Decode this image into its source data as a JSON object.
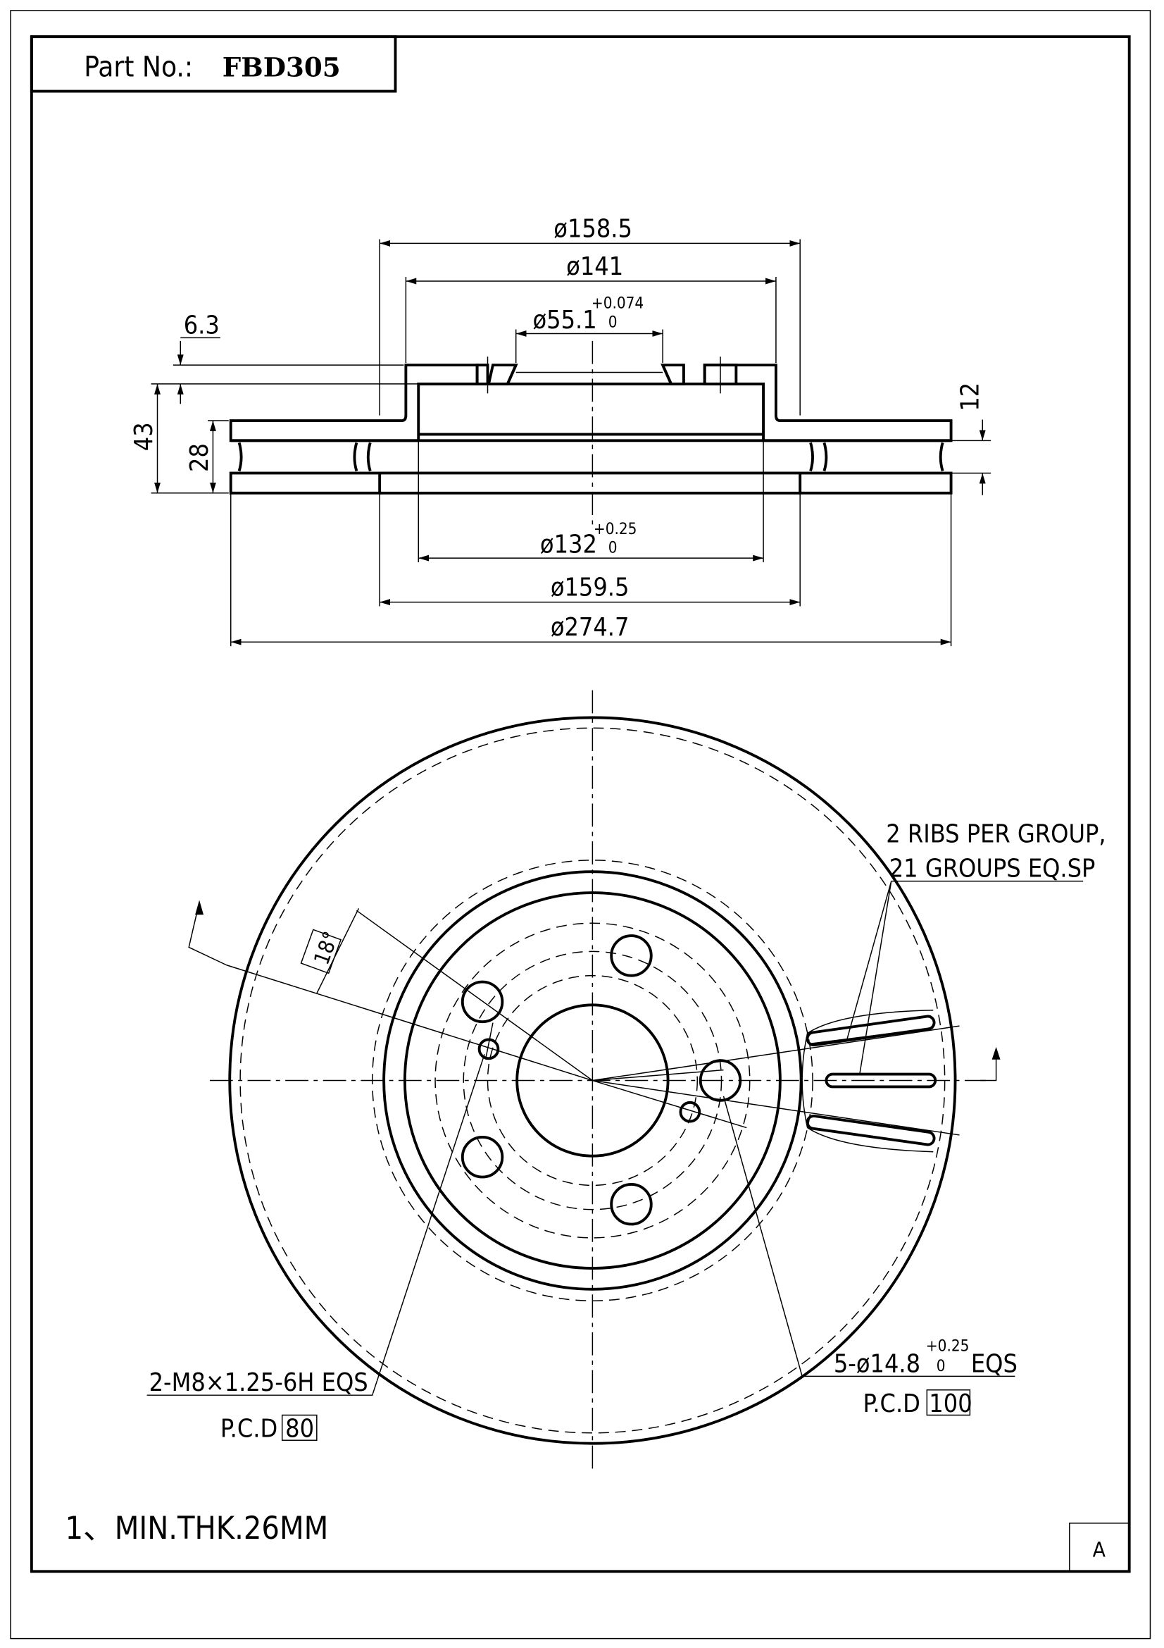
{
  "title_block": {
    "part_label": "Part No.:",
    "part_number": "FBD305",
    "revision": "A"
  },
  "section_view": {
    "dims": {
      "d_hat_outer": "ø158.5",
      "d_hat_top": "ø141",
      "d_center_bore": "ø55.1",
      "d_center_bore_tol_upper": "+0.074",
      "d_center_bore_tol_lower": "0",
      "d_inner": "ø132",
      "d_inner_tol_upper": "+0.25",
      "d_inner_tol_lower": "0",
      "d_friction_inner": "ø159.5",
      "d_outer": "ø274.7",
      "hat_thickness": "6.3",
      "total_height": "43",
      "disc_thickness": "28",
      "vent_width": "12"
    }
  },
  "front_view": {
    "angle": "18°",
    "ribs_note_line1": "2 RIBS PER GROUP,",
    "ribs_note_line2": "21 GROUPS EQ.SP",
    "thread_note": "2-M8×1.25-6H EQS",
    "thread_pcd_label": "P.C.D",
    "thread_pcd_value": "80",
    "bolt_note_prefix": "5-ø14.8",
    "bolt_tol_upper": "+0.25",
    "bolt_tol_lower": "0",
    "bolt_note_suffix": "EQS",
    "bolt_pcd_label": "P.C.D",
    "bolt_pcd_value": "100"
  },
  "notes": {
    "min_thickness": "1、MIN.THK.26MM"
  }
}
